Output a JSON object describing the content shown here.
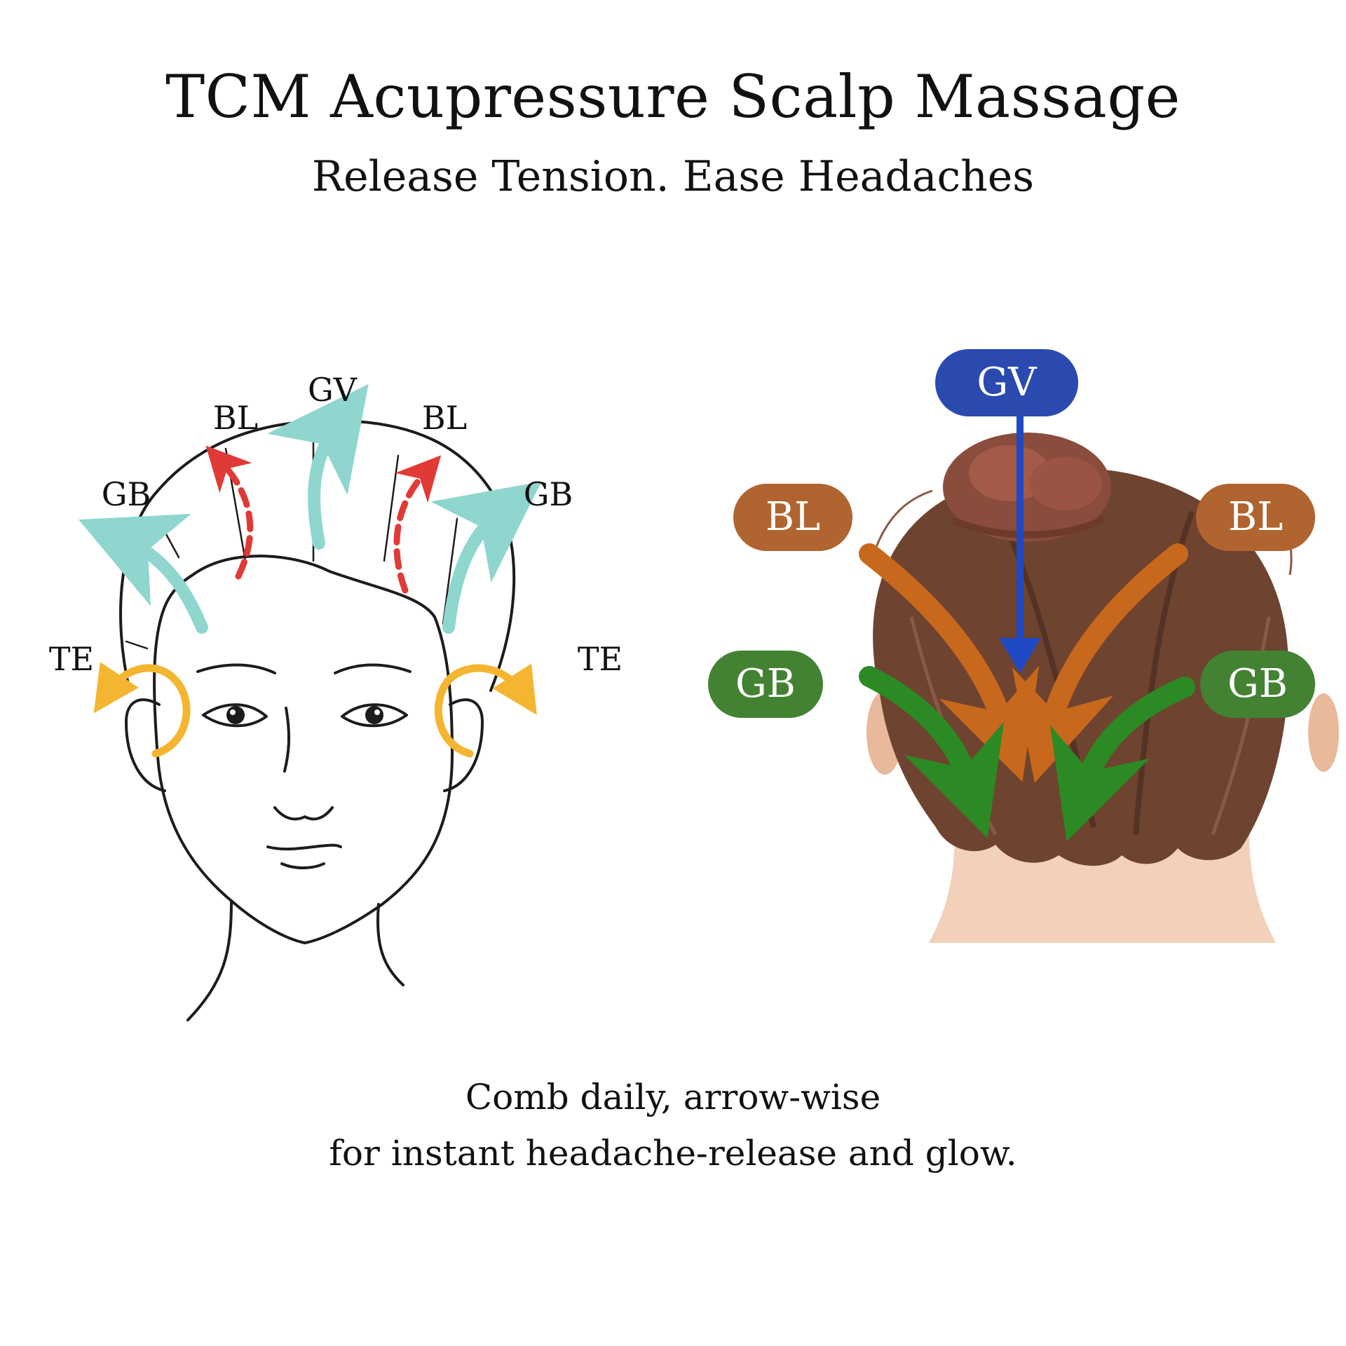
{
  "title": "TCM Acupressure Scalp Massage",
  "subtitle": "Release Tension. Ease Headaches",
  "caption": [
    "Comb daily, arrow-wise",
    "for instant headache-release and glow."
  ],
  "front_labels": {
    "gv": "GV",
    "bl_left": "BL",
    "bl_right": "BL",
    "gb_left": "GB",
    "gb_right": "GB",
    "te_left": "TE",
    "te_right": "TE"
  },
  "back_labels": {
    "gv": "GV",
    "bl_left": "BL",
    "bl_right": "BL",
    "gb_left": "GB",
    "gb_right": "GB"
  },
  "colors": {
    "gv_pill": "#2a4ab0",
    "bl_pill": "#b0642f",
    "gb_pill": "#438232",
    "teal_arrow": "#8fd6cf",
    "red_arrow": "#e03a36",
    "yellow_arrow": "#f4b630",
    "blue_arrow": "#1f48c4",
    "orange_arrow": "#c8681c",
    "green_arrow": "#2c8a24",
    "hair": "#6e4330",
    "skin": "#f2d0ba"
  }
}
